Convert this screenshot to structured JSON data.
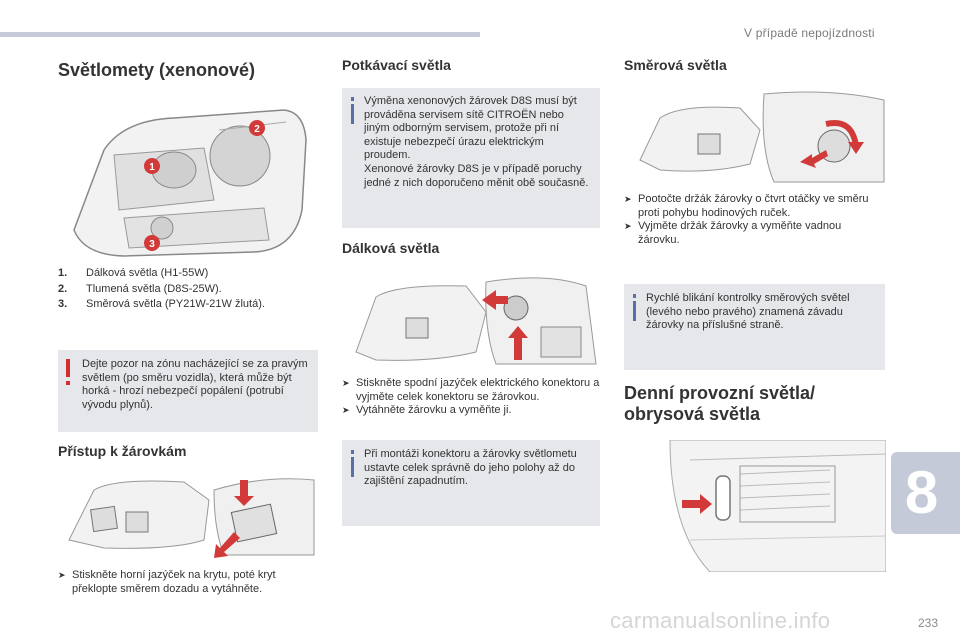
{
  "header": {
    "section_title": "V případě nepojízdnosti"
  },
  "chapter": {
    "number": "8"
  },
  "page": {
    "number": "233"
  },
  "watermark": "carmanualsonline.info",
  "left": {
    "title": "Světlomety (xenonové)",
    "callouts": [
      "1",
      "2",
      "3"
    ],
    "list": [
      {
        "num": "1.",
        "text": "Dálková světla (H1-55W)"
      },
      {
        "num": "2.",
        "text": "Tlumená světla (D8S-25W)."
      },
      {
        "num": "3.",
        "text": "Směrová světla (PY21W-21W žlutá)."
      }
    ],
    "warning": "Dejte pozor na zónu nacházející se za pravým světlem (po směru vozidla), která může být horká - hrozí nebezpečí popálení (potrubí vývodu plynů).",
    "access_title": "Přístup k žárovkám",
    "access_steps": [
      "Stiskněte horní jazýček na krytu, poté kryt překlopte směrem dozadu a vytáhněte."
    ]
  },
  "middle": {
    "title": "Potkávací světla",
    "info": "Výměna xenonových žárovek D8S musí být prováděna servisem sítě CITROËN nebo jiným odborným servisem, protože při ní existuje nebezpečí úrazu elektrickým proudem.\nXenonové žárovky D8S je v případě poruchy jedné z nich doporučeno měnit obě současně.",
    "high_title": "Dálková světla",
    "high_steps": [
      "Stiskněte spodní jazýček elektrického konektoru a vyjměte celek konektoru se žárovkou.",
      "Vytáhněte žárovku a vyměňte ji."
    ],
    "high_info": "Při montáži konektoru a žárovky světlometu ustavte celek správně do jeho polohy až do zajištění zapadnutím."
  },
  "right": {
    "title": "Směrová světla",
    "steps": [
      "Pootočte držák žárovky o čtvrt otáčky ve směru proti pohybu hodinových ruček.",
      "Vyjměte držák žárovky a vyměňte vadnou žárovku."
    ],
    "info": "Rychlé blikání kontrolky směrových světel (levého nebo pravého) znamená závadu žárovky na příslušné straně.",
    "drl_title": "Denní provozní světla/ obrysová světla"
  },
  "colors": {
    "accent_info": "#5a6fa8",
    "warning": "#d22e2e",
    "callout": "#d23a3a",
    "box_bg": "#e6e7eb"
  }
}
